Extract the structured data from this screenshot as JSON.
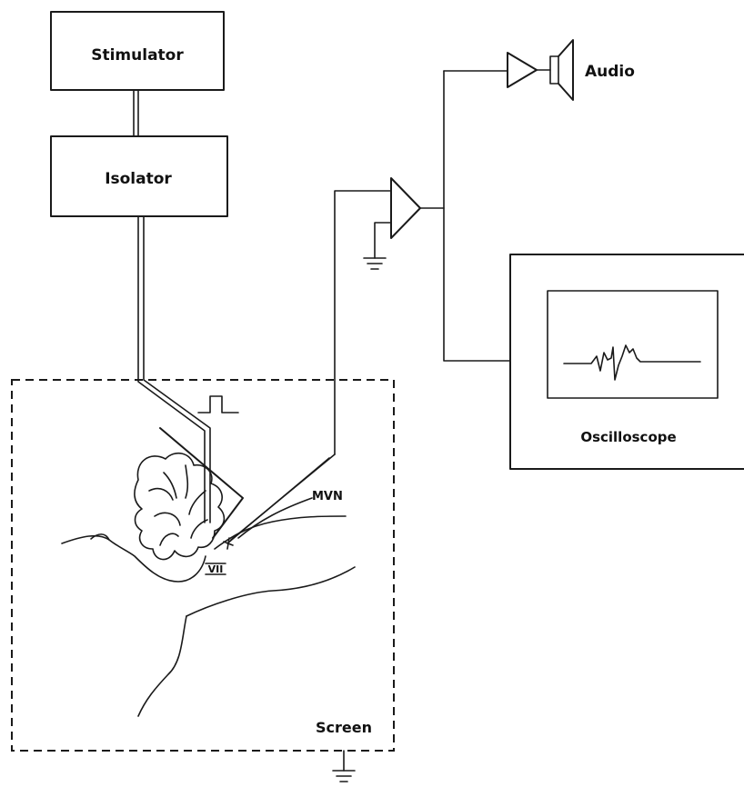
{
  "diagram": {
    "labels": {
      "stimulator": "Stimulator",
      "isolator": "Isolator",
      "audio": "Audio",
      "oscilloscope": "Oscilloscope",
      "mvn": "MVN",
      "nerve": "VII",
      "screen": "Screen"
    },
    "colors": {
      "ink": "#1a1a1a",
      "paper": "#ffffff"
    },
    "icons": [
      "amplifier-icon",
      "speaker-icon",
      "ground-icon",
      "square-pulse-icon",
      "electrode-icon"
    ]
  }
}
